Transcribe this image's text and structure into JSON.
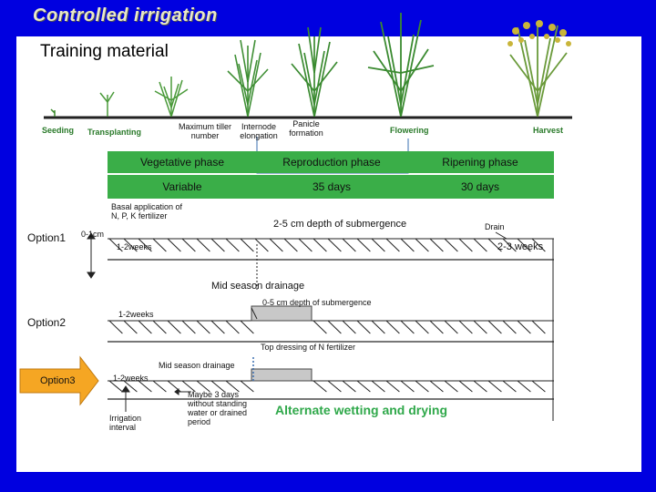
{
  "title": "Controlled irrigation",
  "subtitle": "Training material",
  "stages": {
    "seeding": "Seeding",
    "transplanting": "Transplanting",
    "max_tiller": "Maximum tiller number",
    "internode": "Internode elongation",
    "panicle": "Panicle formation",
    "flowering": "Flowering",
    "harvest": "Harvest"
  },
  "phases": [
    "Vegetative phase",
    "Reproduction phase",
    "Ripening phase"
  ],
  "durations": [
    "Variable",
    "35 days",
    "30 days"
  ],
  "labels": {
    "basal": "Basal application of N, P, K fertilizer",
    "option1": "Option1",
    "depth1": "0-1cm",
    "submergence": "2-5 cm depth of submergence",
    "drain": "Drain",
    "weeks12_a": "1-2weeks",
    "weeks23": "2-3 weeks",
    "mid_drainage": "Mid season drainage",
    "depth05": "0-5 cm depth of submergence",
    "weeks12_b": "1-2weeks",
    "option2": "Option2",
    "top_dressing": "Top dressing of N fertilizer",
    "mid_drainage2": "Mid season drainage",
    "option3": "Option3",
    "weeks12_c": "1-2weeks",
    "maybe": "Maybe 3 days without standing water or drained period",
    "irrigation_interval": "Irrigation interval",
    "awd": "Alternate wetting and drying"
  },
  "colors": {
    "background": "#0000e0",
    "title": "#e8e8c8",
    "phase_green": "#3aae48",
    "stage_green": "#2a7a2a",
    "option3_arrow": "#f5a623",
    "awd_text": "#2fa84a"
  }
}
